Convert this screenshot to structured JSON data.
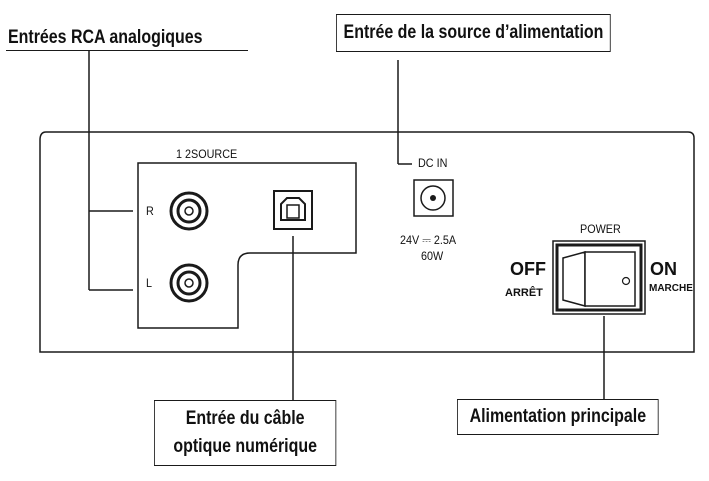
{
  "callouts": {
    "rca_inputs": "Entrées RCA analogiques",
    "power_source_input": "Entrée de la source d’alimentation",
    "optical_line1": "Entrée du câble",
    "optical_line2": "optique numérique",
    "main_power": "Alimentation principale"
  },
  "panel": {
    "source_label": "1 2SOURCE",
    "channel_right": "R",
    "channel_left": "L",
    "dc_in_label": "DC IN",
    "dc_rating_line1": "24V ⎓ 2.5A",
    "dc_rating_line2": "60W",
    "power_label": "POWER",
    "off_label": "OFF",
    "off_label_fr": "ARRÊT",
    "on_label": "ON",
    "on_label_fr": "MARCHE"
  },
  "colors": {
    "line": "#1a1a1a",
    "background": "#ffffff"
  }
}
